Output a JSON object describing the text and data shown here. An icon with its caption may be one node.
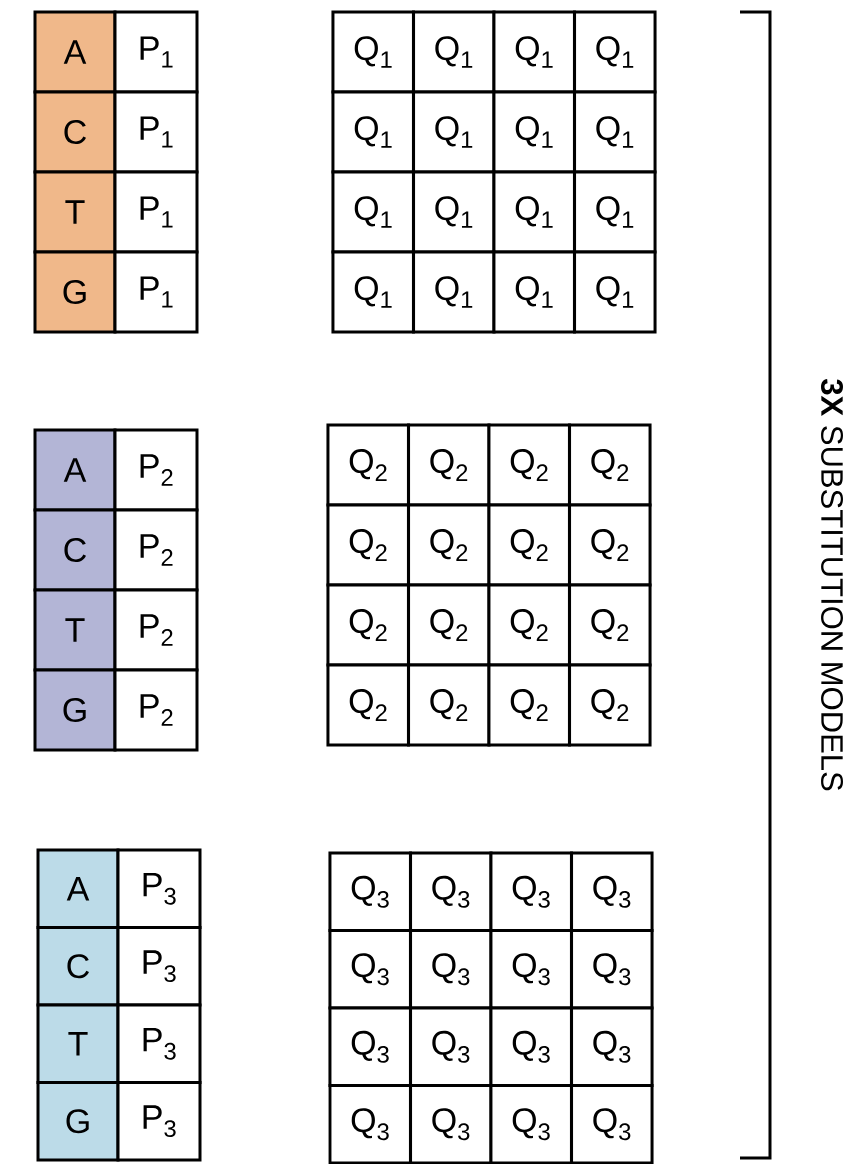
{
  "diagram": {
    "labels": [
      "A",
      "P$_{1}$",
      "Q$_{1}$",
      "Q$_{1}$",
      "Q$_{1}$",
      "Q$_{1}$",
      "C",
      "P$_{1}$",
      "Q$_{1}$",
      "Q$_{1}$",
      "Q$_{1}$",
      "Q$_{1}$",
      "T",
      "P$_{1}$",
      "Q$_{1}$",
      "Q$_{1}$",
      "Q$_{1}$",
      "Q$_{1}$",
      "G",
      "P$_{1}$",
      "Q$_{1}$",
      "Q$_{1}$",
      "Q$_{1}$",
      "Q$_{1}$",
      "A",
      "P$_{2}$",
      "Q$_{2}$",
      "Q$_{2}$",
      "Q$_{2}$",
      "Q$_{2}$",
      "C",
      "P$_{2}$",
      "Q$_{2}$",
      "Q$_{2}$",
      "Q$_{2}$",
      "Q$_{2}$",
      "T",
      "P$_{2}$",
      "Q$_{2}$",
      "Q$_{2}$",
      "Q$_{2}$",
      "Q$_{2}$",
      "G",
      "P$_{2}$",
      "Q$_{2}$",
      "Q$_{2}$",
      "Q$_{2}$",
      "Q$_{2}$",
      "A",
      "P$_{3}$",
      "Q$_{3}$",
      "Q$_{3}$",
      "Q$_{3}$",
      "Q$_{3}$",
      "C",
      "P$_{3}$",
      "Q$_{3}$",
      "Q$_{3}$",
      "Q$_{3}$",
      "Q$_{3}$",
      "T",
      "P$_{3}$",
      "Q$_{3}$",
      "Q$_{3}$",
      "Q$_{3}$",
      "Q$_{3}$",
      "G",
      "P$_{3}$",
      "Q$_{3}$",
      "Q$_{3}$",
      "Q$_{3}$",
      "Q$_{3}$",
      "**3X** SUBSTITUTION MODELS"
    ]
  }
}
